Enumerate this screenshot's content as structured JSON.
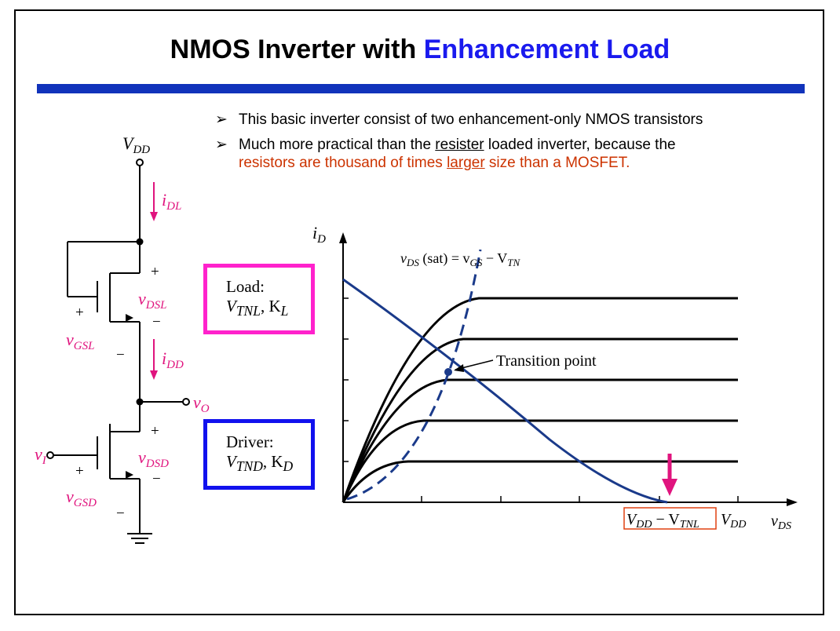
{
  "title": {
    "prefix": "NMOS Inverter with ",
    "accent": "Enhancement Load"
  },
  "bullets": {
    "b1": "This basic inverter consist of two enhancement-only NMOS transistors",
    "b2_part1": "Much more practical than the ",
    "b2_link": "resister",
    "b2_part2": " loaded inverter, because the",
    "b2_red1": "resistors are thousand of times ",
    "b2_red_u": "larger",
    "b2_red2": " size than a MOSFET."
  },
  "boxes": {
    "load_title": "Load:",
    "load_v": "V",
    "load_vsub": "TNL",
    "load_k": ", K",
    "load_ksub": "L",
    "driver_title": "Driver:",
    "driver_v": "V",
    "driver_vsub": "TND",
    "driver_k": ", K",
    "driver_ksub": "D"
  },
  "circuit": {
    "vdd": "V",
    "vdd_sub": "DD",
    "idl": "i",
    "idl_sub": "DL",
    "idd": "i",
    "idd_sub": "DD",
    "vdsl": "v",
    "vdsl_sub": "DSL",
    "vgsl": "v",
    "vgsl_sub": "GSL",
    "vo": "v",
    "vo_sub": "O",
    "vi": "v",
    "vi_sub": "I",
    "vdsd": "v",
    "vdsd_sub": "DSD",
    "vgsd": "v",
    "vgsd_sub": "GSD",
    "plus": "+",
    "minus": "−"
  },
  "graph": {
    "y_axis": "i",
    "y_axis_sub": "D",
    "x_axis": "v",
    "x_axis_sub": "DS",
    "sat_lhs": "v",
    "sat_lhs_sub": "DS",
    "sat_mid": " (sat) = v",
    "sat_mid_sub": "GS",
    "sat_rhs": " − V",
    "sat_rhs_sub": "TN",
    "transition": "Transition point",
    "xmark1": "V",
    "xmark1_sub": "DD",
    "xmark1_mid": " − V",
    "xmark1_sub2": "TNL",
    "xmark2": "V",
    "xmark2_sub": "DD"
  },
  "colors": {
    "accent_blue": "#1a1aee",
    "rule": "#1133bb",
    "magenta": "#ff22cc",
    "navy": "#1a3a8a",
    "red_text": "#cc3300"
  }
}
